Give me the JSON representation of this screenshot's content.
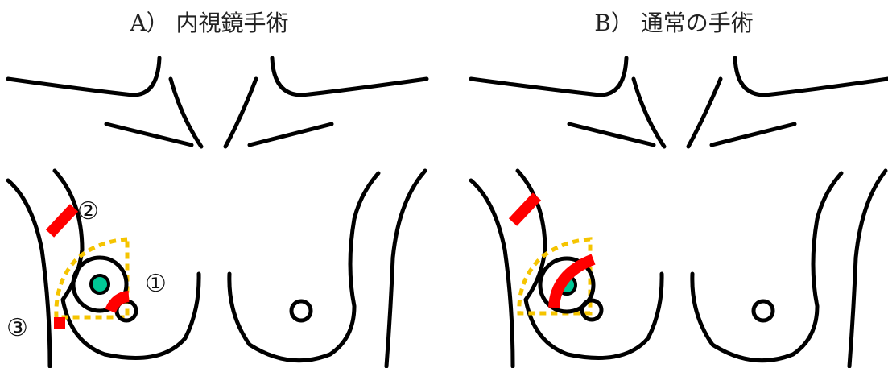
{
  "panel_a": {
    "title": "A） 内視鏡手術",
    "markers": [
      "①",
      "②",
      "③"
    ]
  },
  "panel_b": {
    "title": "B） 通常の手術"
  },
  "colors": {
    "outline": "#000000",
    "incision": "#ff0000",
    "resection_area": "#f5c400",
    "tumor": "#00c896"
  }
}
